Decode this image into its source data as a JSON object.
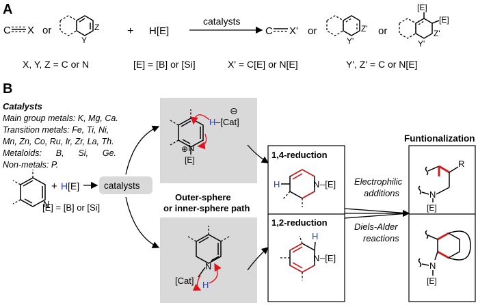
{
  "panel_a": {
    "label": "A",
    "reactant_triple_c": "C",
    "reactant_triple_x": "X",
    "or1": "or",
    "ring_y": "Y",
    "ring_z": "Z",
    "plus": "+",
    "reagent": "H[E]",
    "arrow_label": "catalysts",
    "product_c": "C",
    "product_x": "X'",
    "or2": "or",
    "prod_ring_y": "Y'",
    "prod_ring_z": "Z'",
    "or3": "or",
    "prod2_e1": "[E]",
    "prod2_e2": "[E]",
    "prod2_y": "Y'",
    "prod2_z": "Z'",
    "note1": "X, Y, Z =  C or N",
    "note2": "[E] = [B] or [Si]",
    "note3": "X' = C[E] or N[E]",
    "note4": "Y', Z' =  C or N[E]"
  },
  "panel_b": {
    "label": "B",
    "catalysts_title": "Catalysts",
    "catalyst_lines": [
      "Main group metals: K, Mg, Ca.",
      "Transition metals: Fe, Ti, Ni,",
      "Mn, Zn, Co, Ru, Ir, Zr, La, Th.",
      "Metaloids:      B,      Si,      Ge.",
      "Non-metals: P."
    ],
    "pyridine_n": "N",
    "plus": "+",
    "reagent_h": "H",
    "reagent_e": "[E]",
    "catalysts_box": "catalysts",
    "e_definition": "[E] = [B] or [Si]",
    "path_line1": "Outer-sphere",
    "path_line2": "or inner-sphere path",
    "top_intermediate": {
      "minus": "⊖",
      "h": "H",
      "cat": "–[Cat]",
      "plus": "⊕",
      "n": "N",
      "e": "[E]"
    },
    "bottom_intermediate": {
      "cat": "[Cat]",
      "n": "N",
      "h": "H"
    },
    "reduction_14": {
      "title": "1,4-reduction",
      "h": "H",
      "n": "N",
      "e": "–[E]"
    },
    "reduction_12": {
      "title": "1,2-reduction",
      "h": "H",
      "n": "N",
      "e": "–[E]"
    },
    "route1": [
      "Electrophilic",
      "additions"
    ],
    "route2": [
      "Diels-Alder",
      "reactions"
    ],
    "functionalization_title": "Funtionalization",
    "func_top": {
      "r": "R",
      "n": "N",
      "e": "[E]"
    },
    "func_bottom": {
      "n": "N",
      "e": "[E]"
    }
  },
  "colors": {
    "panel_gray": "#d9d9d9",
    "catalysts_box": "#d9d9d9",
    "blue_h": "#1f3fd1",
    "red_bond": "#cc1f1f"
  }
}
